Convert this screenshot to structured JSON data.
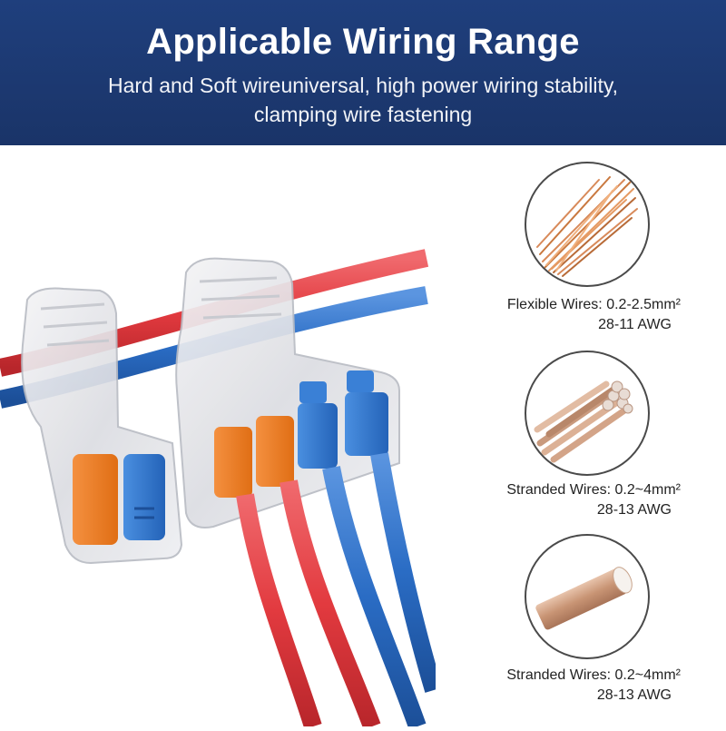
{
  "header": {
    "title": "Applicable Wiring Range",
    "subtitle_line1": "Hard and Soft wireuniversal, high power wiring stability,",
    "subtitle_line2": "clamping wire fastening"
  },
  "wire_specs": [
    {
      "icon": "flexible-wire-icon",
      "label": "Flexible Wires: 0.2-2.5mm²",
      "awg": "28-11 AWG"
    },
    {
      "icon": "stranded-wire-icon",
      "label": "Stranded Wires: 0.2~4mm²",
      "awg": "28-13 AWG"
    },
    {
      "icon": "solid-wire-icon",
      "label": "Stranded Wires: 0.2~4mm²",
      "awg": "28-13 AWG"
    }
  ],
  "colors": {
    "banner": "#1f3f7d",
    "wire_red": "#e23a3f",
    "wire_blue": "#2a6cc4",
    "lever_orange": "#f07a1d",
    "lever_blue": "#2f78cf",
    "copper": "#d88a5a"
  }
}
